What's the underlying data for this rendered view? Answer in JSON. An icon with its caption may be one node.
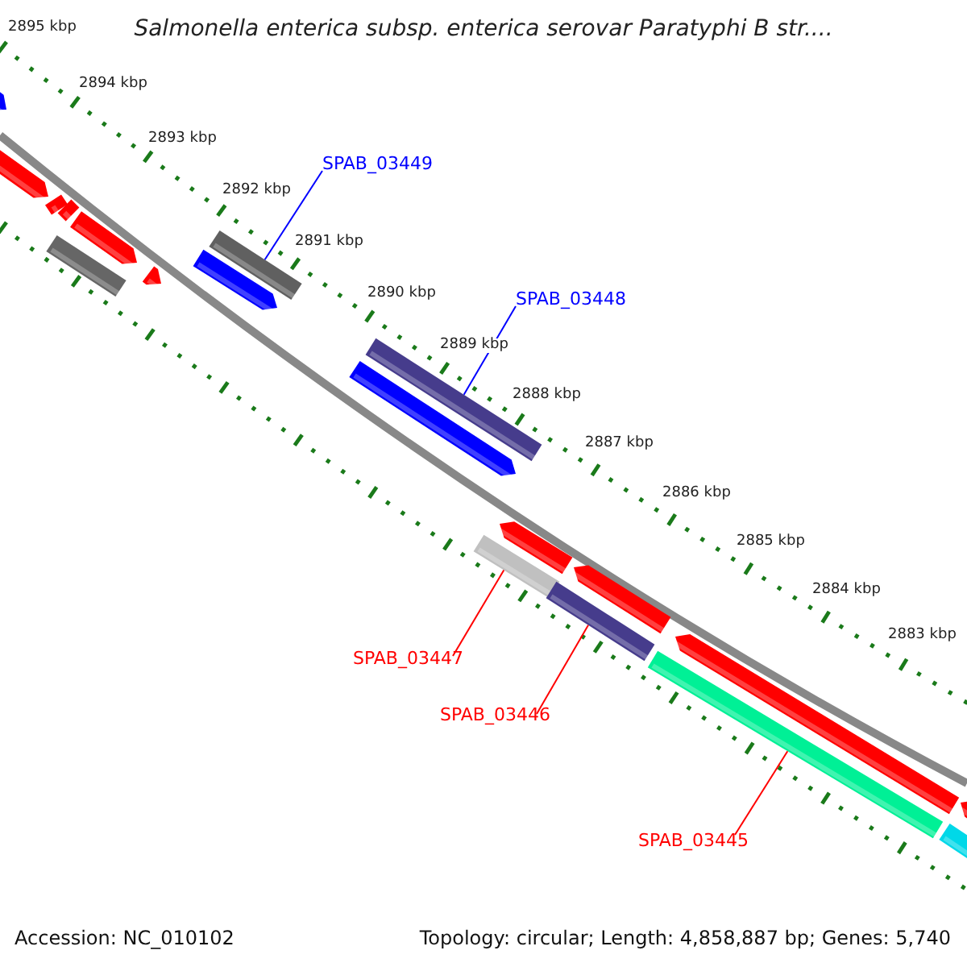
{
  "diagram": {
    "title": "Salmonella enterica subsp. enterica serovar Paratyphi B str....",
    "nodes": [
      {
        "text": [
          "SPAB_03449"
        ]
      },
      {
        "text": [],
        "shape": "bar"
      },
      {
        "text": [
          "SPAB_03448"
        ]
      },
      {
        "text": [],
        "shape": "bar"
      },
      {
        "text": [
          "SPAB_03447"
        ]
      },
      {
        "text": [],
        "shape": "bar"
      },
      {
        "text": [
          "SPAB_03446"
        ]
      },
      {
        "text": [],
        "shape": "bar"
      },
      {
        "text": [
          "SPAB_03445"
        ]
      },
      {
        "text": [],
        "shape": "bar"
      }
    ],
    "edges": [
      {
        "from": 0,
        "to": 1,
        "arrow": "none",
        "color": "#0000ff"
      },
      {
        "from": 2,
        "to": 3,
        "arrow": "none",
        "color": "#0000ff"
      },
      {
        "from": 4,
        "to": 5,
        "arrow": "none"
      },
      {
        "from": 6,
        "to": 7,
        "arrow": "none"
      },
      {
        "from": 8,
        "to": 9,
        "arrow": "none"
      }
    ],
    "labels": [
      "2895 kbp",
      "2894 kbp",
      "2893 kbp",
      "2892 kbp",
      "2891 kbp",
      "2890 kbp",
      "2889 kbp",
      "2888 kbp",
      "2887 kbp",
      "2886 kbp",
      "2885 kbp",
      "2884 kbp",
      "2883 kbp",
      "Accession: NC_010102",
      "Topology: circular; Length: 4,858,887 bp; Genes: 5,740"
    ]
  }
}
